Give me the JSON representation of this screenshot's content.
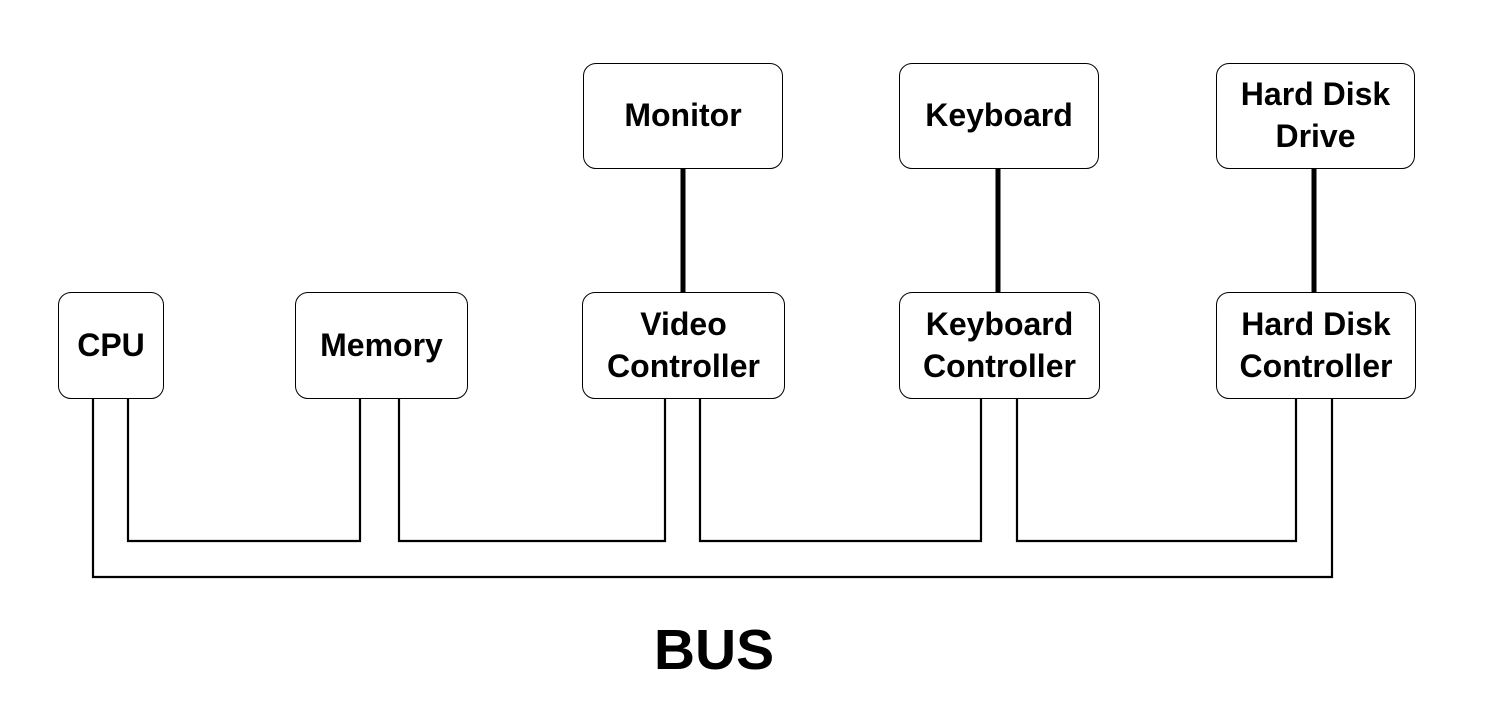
{
  "diagram": {
    "type": "bus-architecture",
    "caption": "BUS",
    "background_color": "#ffffff",
    "line_color": "#000000",
    "box_fill": "#ffffff",
    "box_border_color": "#000000",
    "text_color": "#000000"
  },
  "nodes": {
    "monitor": {
      "label": "Monitor"
    },
    "keyboard": {
      "label": "Keyboard"
    },
    "hard_disk_drive": {
      "label": "Hard Disk Drive"
    },
    "cpu": {
      "label": "CPU"
    },
    "memory": {
      "label": "Memory"
    },
    "video_controller": {
      "label": "Video Controller"
    },
    "keyboard_controller": {
      "label": "Keyboard Controller"
    },
    "hard_disk_controller": {
      "label": "Hard Disk Controller"
    }
  },
  "connections": [
    {
      "from": "monitor",
      "to": "video_controller",
      "style": "thick"
    },
    {
      "from": "keyboard",
      "to": "keyboard_controller",
      "style": "thick"
    },
    {
      "from": "hard_disk_drive",
      "to": "hard_disk_controller",
      "style": "thick"
    },
    {
      "from": "cpu",
      "to": "bus",
      "style": "thin",
      "drops": 2
    },
    {
      "from": "memory",
      "to": "bus",
      "style": "thin",
      "drops": 2
    },
    {
      "from": "video_controller",
      "to": "bus",
      "style": "thin",
      "drops": 2
    },
    {
      "from": "keyboard_controller",
      "to": "bus",
      "style": "thin",
      "drops": 2
    },
    {
      "from": "hard_disk_controller",
      "to": "bus",
      "style": "thin",
      "drops": 2
    }
  ]
}
